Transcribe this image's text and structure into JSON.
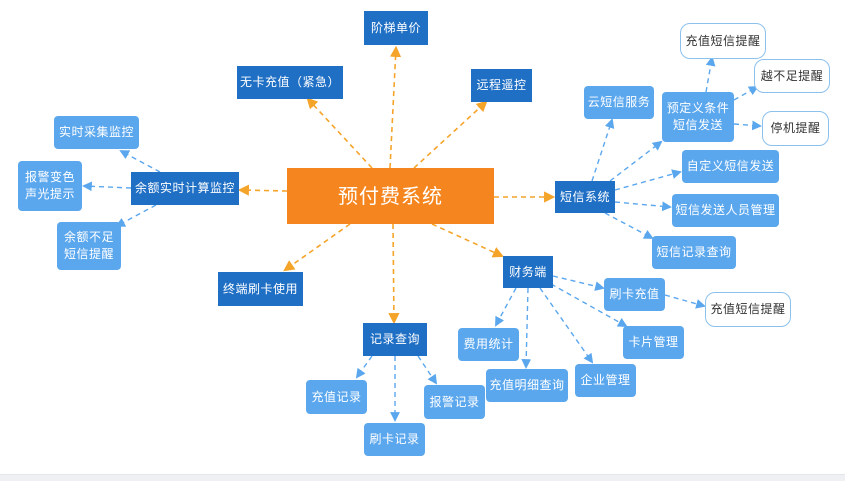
{
  "colors": {
    "main": "#f5861f",
    "primary": "#1f6fc5",
    "secondary": "#5ba7ee",
    "tertiary_border": "#8cc1ee",
    "link_main": "#f5a42a",
    "link_sub": "#5ba7ee"
  },
  "nodes": {
    "root": "预付费系统",
    "tier_price": "阶梯单价",
    "no_card_recharge": "无卡充值（紧急）",
    "remote_control": "远程遥控",
    "balance_monitor": "余额实时计算监控",
    "realtime_collect": "实时采集监控",
    "alarm_color": "报警变色\n声光提示",
    "balance_low_sms": "余额不足\n短信提醒",
    "terminal_card": "终端刷卡使用",
    "record_query": "记录查询",
    "recharge_record": "充值记录",
    "card_record": "刷卡记录",
    "alarm_record": "报警记录",
    "finance": "财务端",
    "fee_stats": "费用统计",
    "recharge_detail": "充值明细查询",
    "company_mgmt": "企业管理",
    "card_mgmt": "卡片管理",
    "card_recharge": "刷卡充值",
    "recharge_sms_fin": "充值短信提醒",
    "sms_system": "短信系统",
    "cloud_sms": "云短信服务",
    "predefined_sms": "预定义条件\n短信发送",
    "recharge_sms": "充值短信提醒",
    "over_limit": "越不足提醒",
    "stop_remind": "停机提醒",
    "custom_sms": "自定义短信发送",
    "sms_staff": "短信发送人员管理",
    "sms_record": "短信记录查询"
  }
}
